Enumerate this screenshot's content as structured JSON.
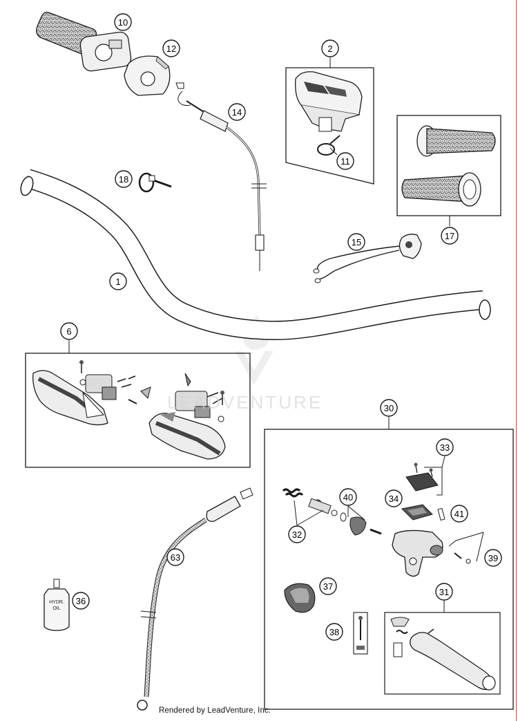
{
  "footer": {
    "text": "Rendered by LeadVenture, Inc."
  },
  "watermark": {
    "text": "LEADVENTURE"
  },
  "callouts": [
    {
      "id": "c10",
      "label": "10"
    },
    {
      "id": "c12",
      "label": "12"
    },
    {
      "id": "c2",
      "label": "2"
    },
    {
      "id": "c11",
      "label": "11"
    },
    {
      "id": "c14",
      "label": "14"
    },
    {
      "id": "c18",
      "label": "18"
    },
    {
      "id": "c17",
      "label": "17"
    },
    {
      "id": "c15",
      "label": "15"
    },
    {
      "id": "c1",
      "label": "1"
    },
    {
      "id": "c6",
      "label": "6"
    },
    {
      "id": "c30",
      "label": "30"
    },
    {
      "id": "c33",
      "label": "33"
    },
    {
      "id": "c40",
      "label": "40"
    },
    {
      "id": "c34",
      "label": "34"
    },
    {
      "id": "c41",
      "label": "41"
    },
    {
      "id": "c32",
      "label": "32"
    },
    {
      "id": "c39",
      "label": "39"
    },
    {
      "id": "c63",
      "label": "63"
    },
    {
      "id": "c36",
      "label": "36"
    },
    {
      "id": "c37",
      "label": "37"
    },
    {
      "id": "c31",
      "label": "31"
    },
    {
      "id": "c38",
      "label": "38"
    }
  ],
  "oil_bottle": {
    "line1": "HYDR.",
    "line2": "OIL"
  },
  "colors": {
    "line": "#1a1a1a",
    "part_fill": "#f2f2f2",
    "part_shade": "#bdbdbd",
    "edge": "#e23a3a"
  }
}
